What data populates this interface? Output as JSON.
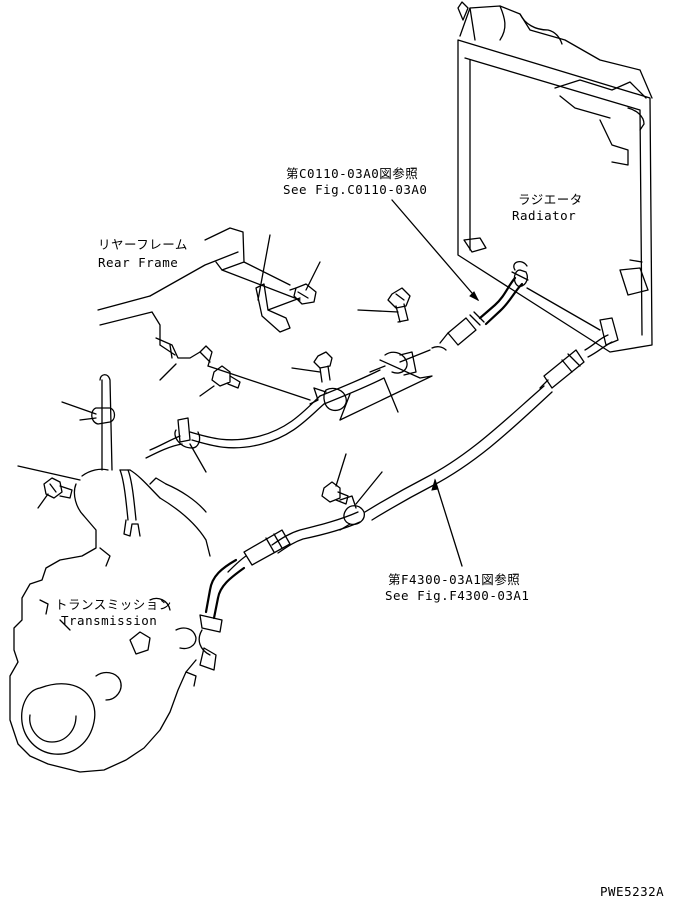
{
  "labels": {
    "radiator_jp": "ラジエータ",
    "radiator_en": "Radiator",
    "ref_top_jp": "第C0110-03A0図参照",
    "ref_top_en": "See Fig.C0110-03A0",
    "rear_frame_jp": "リヤーフレーム",
    "rear_frame_en": "Rear Frame",
    "transmission_jp": "トランスミッション",
    "transmission_en": "Transmission",
    "ref_bottom_jp": "第F4300-03A1図参照",
    "ref_bottom_en": "See Fig.F4300-03A1",
    "drawing_code": "PWE5232A"
  }
}
